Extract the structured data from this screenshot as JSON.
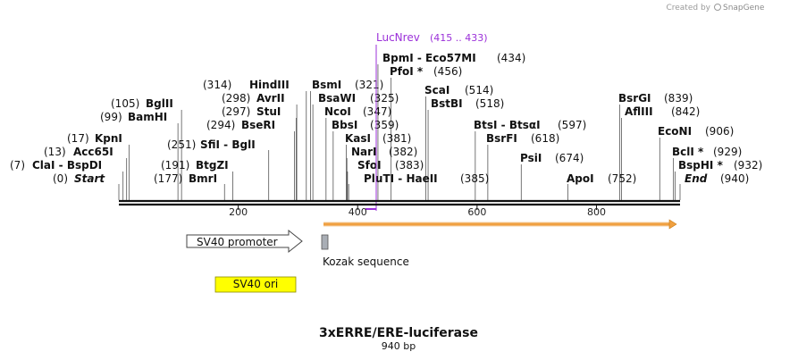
{
  "credit": {
    "created_by": "Created by",
    "brand": "SnapGene"
  },
  "map": {
    "title": "3xERRE/ERE-luciferase",
    "length_label": "940 bp",
    "total_bp": 940,
    "ticks": [
      {
        "bp": 200,
        "label": "200"
      },
      {
        "bp": 400,
        "label": "400"
      },
      {
        "bp": 600,
        "label": "600"
      },
      {
        "bp": 800,
        "label": "800"
      }
    ],
    "sites_left": [
      {
        "name": "Start",
        "pos": "(0)",
        "bp": 0,
        "style": "italic"
      },
      {
        "name": "ClaI - BspDI",
        "pos": "(7)",
        "bp": 7
      },
      {
        "name": "Acc65I",
        "pos": "(13)",
        "bp": 13
      },
      {
        "name": "KpnI",
        "pos": "(17)",
        "bp": 17
      },
      {
        "name": "BamHI",
        "pos": "(99)",
        "bp": 99
      },
      {
        "name": "BglII",
        "pos": "(105)",
        "bp": 105
      },
      {
        "name": "BmrI",
        "pos": "(177)",
        "bp": 177
      },
      {
        "name": "BtgZI",
        "pos": "(191)",
        "bp": 191
      },
      {
        "name": "SfiI - BglI",
        "pos": "(251)",
        "bp": 251
      },
      {
        "name": "BseRI",
        "pos": "(294)",
        "bp": 294
      },
      {
        "name": "StuI",
        "pos": "(297)",
        "bp": 297
      },
      {
        "name": "AvrII",
        "pos": "(298)",
        "bp": 298
      },
      {
        "name": "HindIII",
        "pos": "(314)",
        "bp": 314
      }
    ],
    "sites_right": [
      {
        "name": "BsmI",
        "pos": "(321)",
        "bp": 321
      },
      {
        "name": "BsaWI",
        "pos": "(325)",
        "bp": 325
      },
      {
        "name": "NcoI",
        "pos": "(347)",
        "bp": 347
      },
      {
        "name": "BbsI",
        "pos": "(359)",
        "bp": 359
      },
      {
        "name": "KasI",
        "pos": "(381)",
        "bp": 381
      },
      {
        "name": "NarI",
        "pos": "(382)",
        "bp": 382
      },
      {
        "name": "SfoI",
        "pos": "(383)",
        "bp": 383
      },
      {
        "name": "PluTI - HaeII",
        "pos": "(385)",
        "bp": 385
      },
      {
        "name": "PfoI *",
        "pos": "(456)",
        "bp": 456
      },
      {
        "name": "BpmI - Eco57MI",
        "pos": "(434)",
        "bp": 434
      },
      {
        "name": "ScaI",
        "pos": "(514)",
        "bp": 514
      },
      {
        "name": "BstBI",
        "pos": "(518)",
        "bp": 518
      },
      {
        "name": "BtsI - BtsαI",
        "pos": "(597)",
        "bp": 597
      },
      {
        "name": "BsrFI",
        "pos": "(618)",
        "bp": 618
      },
      {
        "name": "PsiI",
        "pos": "(674)",
        "bp": 674
      },
      {
        "name": "ApoI",
        "pos": "(752)",
        "bp": 752
      },
      {
        "name": "BsrGI",
        "pos": "(839)",
        "bp": 839
      },
      {
        "name": "AflIII",
        "pos": "(842)",
        "bp": 842
      },
      {
        "name": "EcoNI",
        "pos": "(906)",
        "bp": 906
      },
      {
        "name": "BclI *",
        "pos": "(929)",
        "bp": 929
      },
      {
        "name": "BspHI *",
        "pos": "(932)",
        "bp": 932
      },
      {
        "name": "End",
        "pos": "(940)",
        "bp": 940,
        "style": "italic"
      }
    ],
    "primer": {
      "name": "LucNrev",
      "range": "(415 .. 433)",
      "color": "#9b30d9"
    },
    "features": {
      "promoter": "SV40 promoter",
      "kozak": "Kozak sequence",
      "ori": "SV40 ori",
      "cds_color": "#f0a040",
      "ori_color": "#ffff00",
      "kozak_color": "#a9aeb5"
    }
  }
}
